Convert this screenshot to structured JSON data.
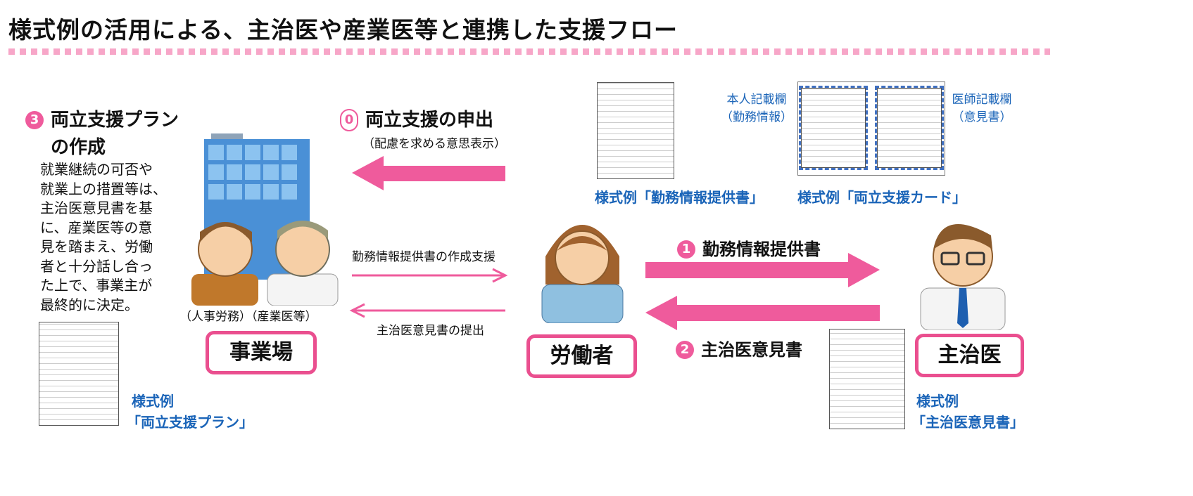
{
  "title": "様式例の活用による、主治医や産業医等と連携した支援フロー",
  "step3": {
    "num": "3",
    "title_line1": "両立支援プラン",
    "title_line2": "の作成",
    "body": [
      "就業継続の可否や",
      "就業上の措置等は、",
      "主治医意見書を基",
      "に、産業医等の意",
      "見を踏まえ、労働",
      "者と十分話し合っ",
      "た上で、事業主が",
      "最終的に決定。"
    ]
  },
  "step0": {
    "num": "0",
    "title": "両立支援の申出",
    "sub": "（配慮を求める意思表示）"
  },
  "step1": {
    "num": "1",
    "title": "勤務情報提供書"
  },
  "step2": {
    "num": "2",
    "title": "主治医意見書"
  },
  "workplace": {
    "roles": "（人事労務）（産業医等）",
    "label": "事業場",
    "form_label1": "様式例",
    "form_label2": "「両立支援プラン」"
  },
  "worker": {
    "label": "労働者",
    "support_create": "勤務情報提供書の作成支援",
    "submit_opinion": "主治医意見書の提出"
  },
  "doctor": {
    "label": "主治医",
    "form_label1": "様式例",
    "form_label2": "「主治医意見書」"
  },
  "forms": {
    "work_info": "様式例「勤務情報提供書」",
    "card": "様式例「両立支援カード」",
    "self_col1": "本人記載欄",
    "self_col2": "（勤務情報）",
    "doc_col1": "医師記載欄",
    "doc_col2": "（意見書）"
  },
  "colors": {
    "pink": "#ef5b9c",
    "blue": "#1a64b8"
  }
}
